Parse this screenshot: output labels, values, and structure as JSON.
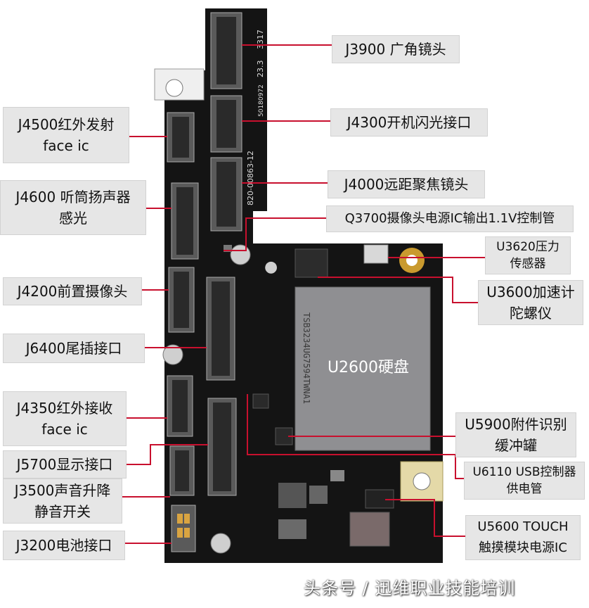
{
  "board": {
    "silk_model": "820-00863-12",
    "silk_code": "50180972",
    "silk_rev": "23.3",
    "silk_num": "3317",
    "chip_text": "TSB3234UG7594TWNA1"
  },
  "labels": {
    "j3900": [
      "J3900 广角镜头"
    ],
    "j4300": [
      "J4300开机闪光接口"
    ],
    "j4000": [
      "J4000远距聚焦镜头"
    ],
    "q3700": [
      "Q3700摄像头电源IC输出1.1V控制管"
    ],
    "u3620": [
      "U3620压力",
      "传感器"
    ],
    "u3600": [
      "U3600加速计",
      "陀螺仪"
    ],
    "u2600": [
      "U2600硬盘"
    ],
    "u5900": [
      "U5900附件识别",
      "缓冲罐"
    ],
    "u6110": [
      "U6110 USB控制器",
      "供电管"
    ],
    "u5600": [
      "U5600 TOUCH",
      "触摸模块电源IC"
    ],
    "j4500": [
      "J4500红外发射",
      "face ic"
    ],
    "j4600": [
      "J4600 听筒扬声器",
      "感光"
    ],
    "j4200": [
      "J4200前置摄像头"
    ],
    "j6400": [
      "J6400尾插接口"
    ],
    "j4350": [
      "J4350红外接收",
      "face ic"
    ],
    "j5700": [
      "J5700显示接口"
    ],
    "j3500": [
      "J3500声音升降",
      "静音开关"
    ],
    "j3200": [
      "J3200电池接口"
    ]
  },
  "watermark": "头条号 / 迅维职业技能培训",
  "colors": {
    "leader": "#c8102e",
    "board": "#141414",
    "label_bg": "#e6e6e6",
    "chip": "#8f8f92"
  }
}
